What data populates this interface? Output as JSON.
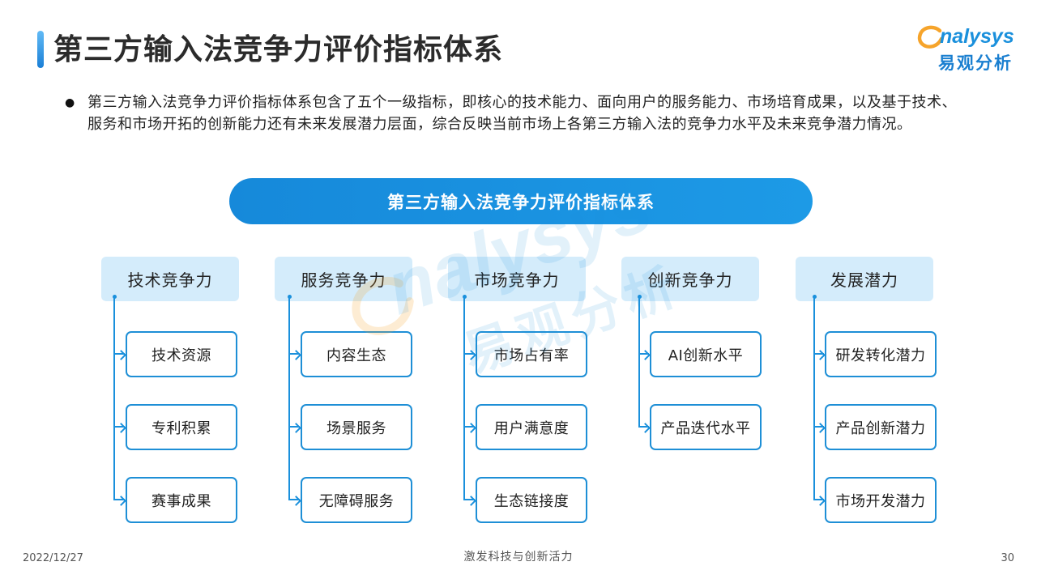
{
  "header": {
    "title": "第三方输入法竞争力评价指标体系",
    "logo_wordmark": "nalysys",
    "logo_cn": "易观分析"
  },
  "summary": {
    "bullet": "●",
    "lines": [
      "第三方输入法竞争力评价指标体系包含了五个一级指标，即核心的技术能力、面向用户的服务能力、市场培育成果，以及基于技术、",
      "服务和市场开拓的创新能力还有未来发展潜力层面，综合反映当前市场上各第三方输入法的竞争力水平及未来竞争潜力情况。"
    ]
  },
  "diagram": {
    "root": "第三方输入法竞争力评价指标体系",
    "categories": [
      {
        "label": "技术竞争力",
        "items": [
          "技术资源",
          "专利积累",
          "赛事成果"
        ]
      },
      {
        "label": "服务竞争力",
        "items": [
          "内容生态",
          "场景服务",
          "无障碍服务"
        ]
      },
      {
        "label": "市场竞争力",
        "items": [
          "市场占有率",
          "用户满意度",
          "生态链接度"
        ]
      },
      {
        "label": "创新竞争力",
        "items": [
          "AI创新水平",
          "产品迭代水平"
        ]
      },
      {
        "label": "发展潜力",
        "items": [
          "研发转化潜力",
          "产品创新潜力",
          "市场开发潜力"
        ]
      }
    ]
  },
  "watermark": {
    "wordmark": "nalysys",
    "cn": "易观分析"
  },
  "footer": {
    "date": "2022/12/27",
    "slogan": "激发科技与创新活力",
    "page": "30"
  },
  "colors": {
    "accent_blue": "#1a90dc",
    "category_fill": "#d4ecfb",
    "item_border": "#1e8fd6",
    "logo_orange": "#f6a42b",
    "text": "#333333"
  }
}
